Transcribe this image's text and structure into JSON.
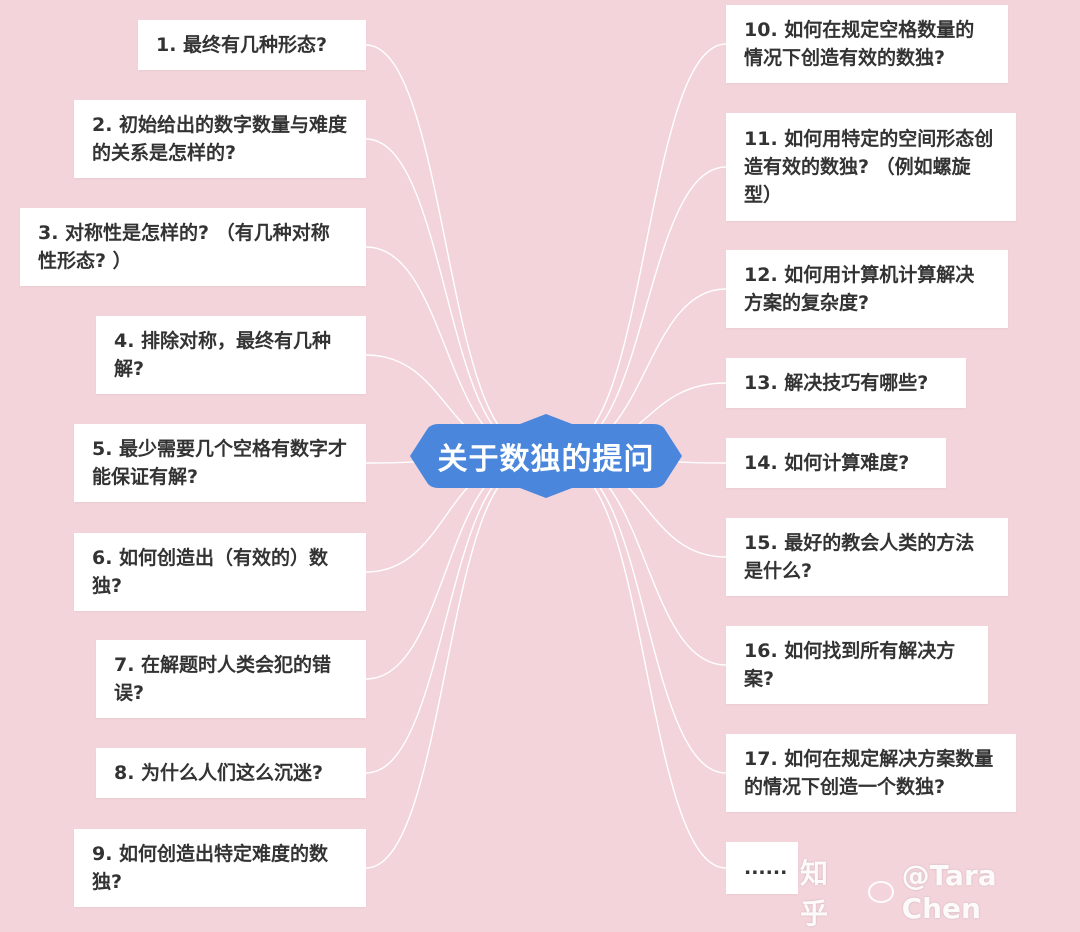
{
  "center": {
    "label": "关于数独的提问",
    "color": "#4a86dc"
  },
  "connector_color": "#ffffff",
  "left_nodes": [
    "1. 最终有几种形态?",
    "2. 初始给出的数字数量与难度的关系是怎样的?",
    " 3. 对称性是怎样的? （有几种对称性形态? ）",
    "4. 排除对称，最终有几种解?",
    "5. 最少需要几个空格有数字才能保证有解?",
    "6. 如何创造出（有效的）数独?",
    "7. 在解题时人类会犯的错误?",
    "8. 为什么人们这么沉迷?",
    "9. 如何创造出特定难度的数独?"
  ],
  "right_nodes": [
    "10. 如何在规定空格数量的情况下创造有效的数独?",
    " 11. 如何用特定的空间形态创造有效的数独? （例如螺旋型）",
    "12. 如何用计算机计算解决方案的复杂度?",
    "13. 解决技巧有哪些?",
    "14. 如何计算难度?",
    "15. 最好的教会人类的方法是什么?",
    "16. 如何找到所有解决方案?",
    "17. 如何在规定解决方案数量的情况下创造一个数独?",
    "......"
  ],
  "watermark": {
    "site": "知乎",
    "author": "@Tara Chen"
  }
}
